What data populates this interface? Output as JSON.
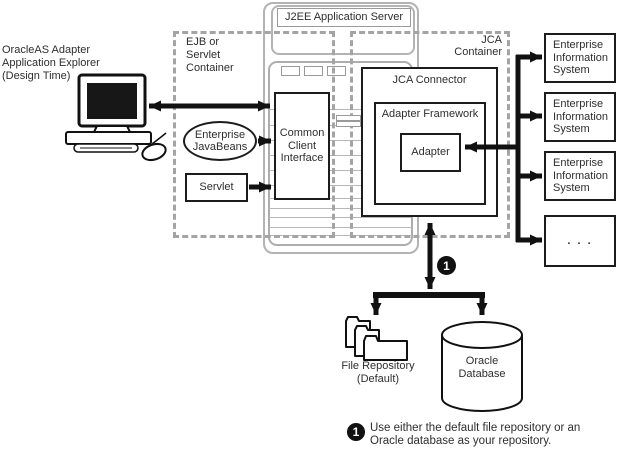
{
  "colors": {
    "ink": "#1c1c1c",
    "text": "#2e2e2e",
    "dash_gray": "#a4a4a4",
    "frame_gray": "#b3b3b3"
  },
  "client": {
    "label": [
      "OracleAS Adapter",
      "Application Explorer",
      "(Design Time)"
    ]
  },
  "app_server": {
    "title": "J2EE Application Server"
  },
  "ejb_container": {
    "label": [
      "EJB or",
      "Servlet",
      "Container"
    ]
  },
  "jca_container": {
    "label": [
      "JCA",
      "Container"
    ]
  },
  "nodes": {
    "enterprise_javabeans": [
      "Enterprise",
      "JavaBeans"
    ],
    "servlet": "Servlet",
    "common_client_interface": [
      "Common",
      "Client",
      "Interface"
    ],
    "jca_connector": "JCA Connector",
    "adapter_framework": "Adapter Framework",
    "adapter": "Adapter"
  },
  "eis": {
    "items": [
      {
        "label": [
          "Enterprise",
          "Information",
          "System"
        ]
      },
      {
        "label": [
          "Enterprise",
          "Information",
          "System"
        ]
      },
      {
        "label": [
          "Enterprise",
          "Information",
          "System"
        ]
      }
    ],
    "more": ". . ."
  },
  "repository": {
    "file": [
      "File Repository",
      "(Default)"
    ],
    "database": [
      "Oracle",
      "Database"
    ]
  },
  "callout": {
    "number": "1"
  },
  "footnote": {
    "text": [
      "Use either the default file repository or an",
      "Oracle database as your repository."
    ]
  }
}
